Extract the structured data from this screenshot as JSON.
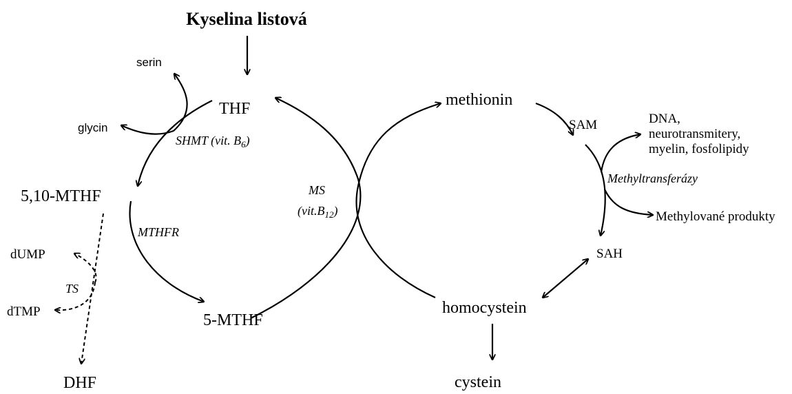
{
  "title": "Kyselina listová",
  "nodes": {
    "thf": "THF",
    "mthf_5_10": "5,10-MTHF",
    "mthf_5": "5-MTHF",
    "dhf": "DHF",
    "dump": "dUMP",
    "dtmp": "dTMP",
    "serin": "serin",
    "glycin": "glycin",
    "methionin": "methionin",
    "sam": "SAM",
    "sah": "SAH",
    "homocystein": "homocystein",
    "cystein": "cystein",
    "dna_line1": "DNA,",
    "dna_line2": "neurotransmitery,",
    "dna_line3": "myelin, fosfolipidy",
    "methylovane": "Methylované produkty"
  },
  "enzymes": {
    "shmt_prefix": "SHMT (vit. B",
    "shmt_sub": "6",
    "shmt_suffix": ")",
    "mthfr": "MTHFR",
    "ts": "TS",
    "ms_line1": "MS",
    "ms_line2_prefix": "(vit.B",
    "ms_line2_sub": "12",
    "ms_line2_suffix": ")",
    "methyltransferazy": "Methyltransferázy"
  }
}
